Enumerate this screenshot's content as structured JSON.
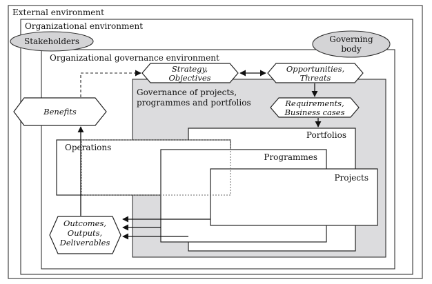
{
  "environments": {
    "external": "External environment",
    "organizational": "Organizational environment",
    "governance": "Organizational governance environment",
    "gov_ppp_line1": "Governance of projects,",
    "gov_ppp_line2": "programmes and portfolios"
  },
  "ellipses": {
    "stakeholders": "Stakeholders",
    "governing_line1": "Governing",
    "governing_line2": "body"
  },
  "hexagons": {
    "strategy_line1": "Strategy,",
    "strategy_line2": "Objectives",
    "opportunities_line1": "Opportunities,",
    "opportunities_line2": "Threats",
    "requirements_line1": "Requirements,",
    "requirements_line2": "Business cases",
    "benefits": "Benefits",
    "outcomes_line1": "Outcomes,",
    "outcomes_line2": "Outputs,",
    "outcomes_line3": "Deliverables"
  },
  "boxes": {
    "portfolios": "Portfolios",
    "programmes": "Programmes",
    "projects": "Projects",
    "operations": "Operations"
  }
}
